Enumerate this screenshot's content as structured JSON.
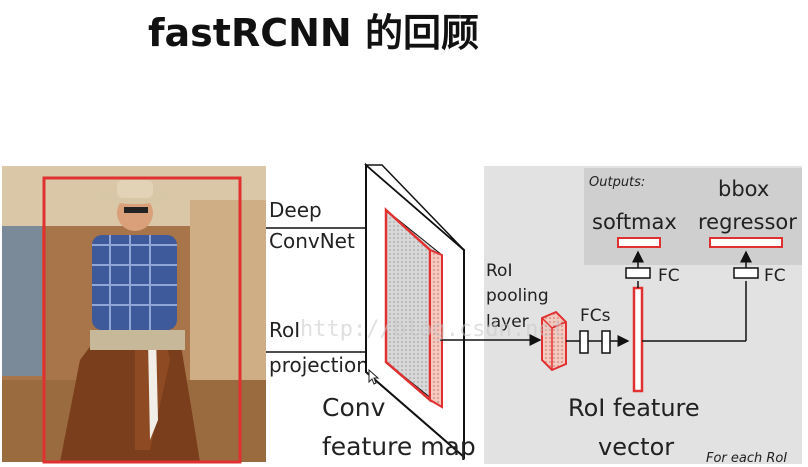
{
  "title": "fastRCNN 的回顾",
  "labels": {
    "deep_convnet": [
      "Deep",
      "ConvNet"
    ],
    "roi_projection": [
      "RoI",
      "projection"
    ],
    "conv_feature_map": [
      "Conv",
      "feature map"
    ],
    "roi_pooling_layer": [
      "RoI",
      "pooling",
      "layer"
    ],
    "fcs": "FCs",
    "roi_feature_vector": [
      "RoI feature",
      "vector"
    ],
    "outputs": "Outputs:",
    "softmax": "softmax",
    "bbox_regressor": [
      "bbox",
      "regressor"
    ],
    "fc_left": "FC",
    "fc_right": "FC",
    "for_each_roi": "For each RoI"
  },
  "watermark": "http://blog.csdn.net",
  "colors": {
    "red": "#e03030",
    "panel": "#e2e2e2",
    "outputs_panel": "#cfcfcf",
    "line": "#111111"
  }
}
